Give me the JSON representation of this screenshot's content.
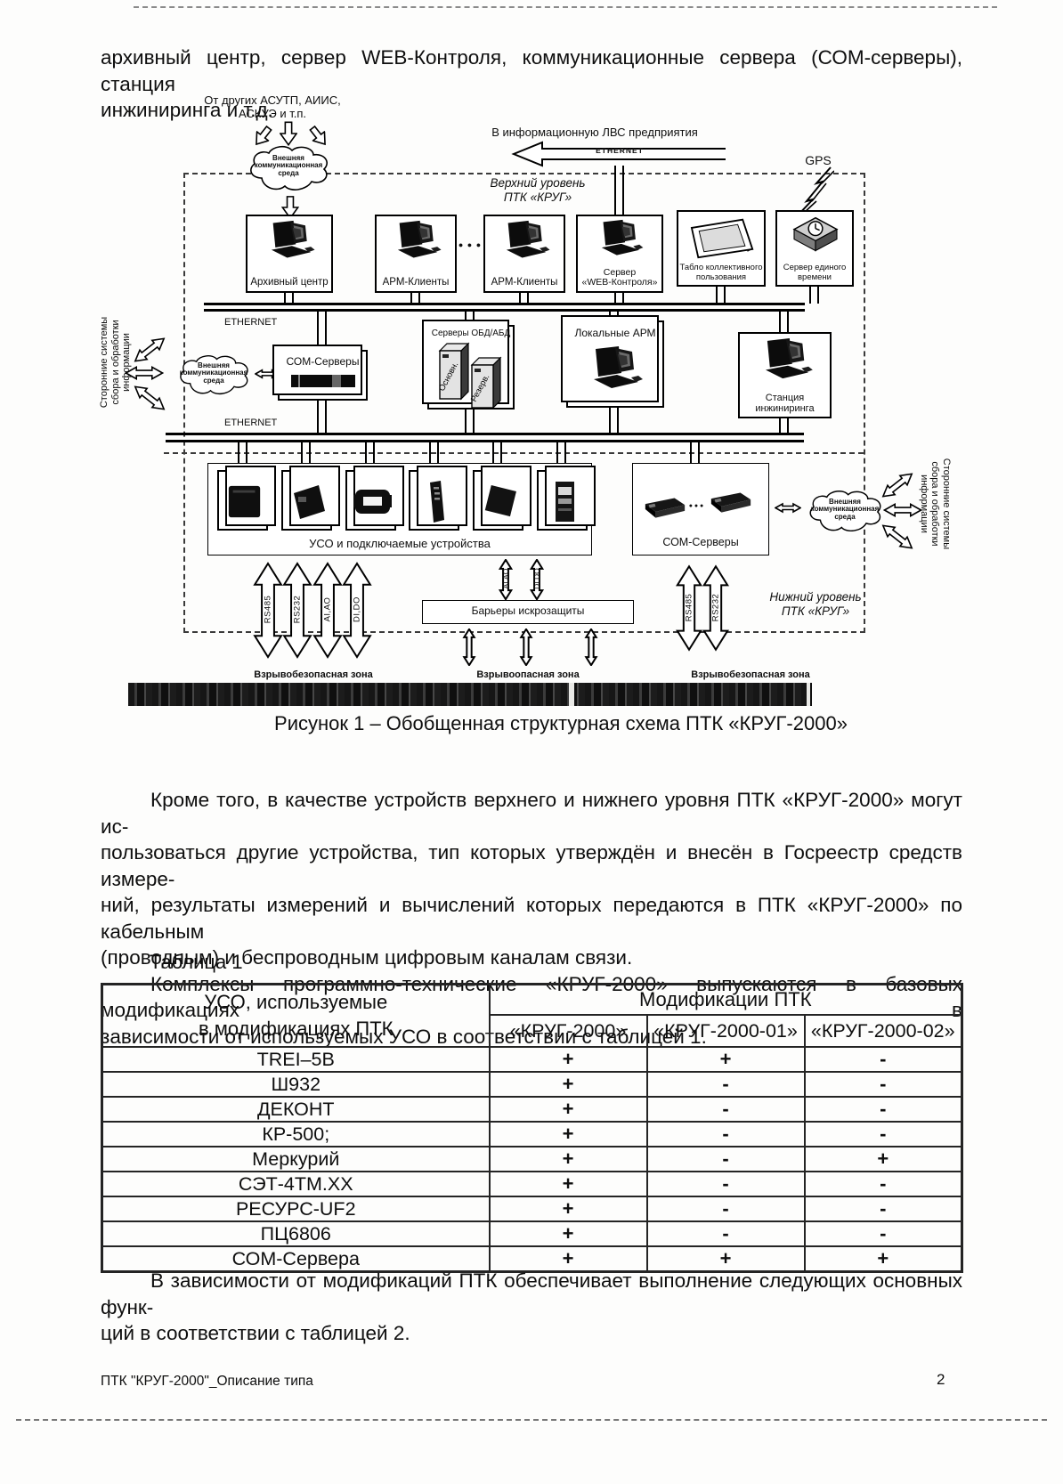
{
  "colors": {
    "ink": "#111111",
    "paper": "#fdfdfc"
  },
  "page": {
    "top_paragraph": [
      "архивный центр, сервер WEB-Контроля, коммуникационные сервера (СОМ-серверы), станция",
      "инжиниринга и т.д."
    ],
    "figure_caption": "Рисунок 1 – Обобщенная структурная схема ПТК «КРУГ-2000»",
    "paragraph_1": [
      "Кроме того, в качестве устройств верхнего и нижнего уровня ПТК «КРУГ-2000» могут ис-",
      "пользоваться другие устройства, тип которых утверждён и внесён в Госреестр средств измере-",
      "ний, результаты измерений и вычислений которых передаются в ПТК «КРУГ-2000» по кабельным",
      "(проводным) и беспроводным цифровым каналам связи."
    ],
    "paragraph_2": [
      "Комплексы программно-технические «КРУГ-2000» выпускаются в базовых модификациях в",
      "зависимости от используемых УСО в соответствии с таблицей 1."
    ],
    "paragraph_3": [
      "В зависимости от модификаций ПТК обеспечивает выполнение следующих основных функ-",
      "ций в соответствии с таблицей 2."
    ],
    "table_title": "Таблица 1",
    "footer_left": "ПТК \"КРУГ-2000\"_Описание типа",
    "footer_page": "2"
  },
  "diagram": {
    "from_systems": "От других АСУТП, АИИС,\nАСКУЭ и т.п.",
    "to_lan": "В информационную ЛВС предприятия",
    "ethernet_arrow": "ETHERNET",
    "gps": "GPS",
    "upper_level": "Верхний уровень\nПТК «КРУГ»",
    "lower_level": "Нижний уровень\nПТК «КРУГ»",
    "cloud": "Внешняя\nкоммуникационная\nсреда",
    "ethernet1": "ETHERNET",
    "ethernet2": "ETHERNET",
    "side_systems": "Сторонние системы\nсбора и обработки\nинформации",
    "dots": "● ● ●",
    "nodes": {
      "archive": "Архивный центр",
      "arm1": "АРМ-Клиенты",
      "arm2": "АРМ-Клиенты",
      "web": "Сервер\n«WEB-Контроля»",
      "tablo": "Табло коллективного\nпользования",
      "time": "Сервер единого\nвремени",
      "com_upper": "СОМ-Серверы",
      "obd": "Серверы ОБД/АБД",
      "obd_main": "Основн.",
      "obd_res": "Резерв.",
      "local": "Локальные АРМ",
      "station": "Станция\nинжиниринга",
      "uso": "УСО и подключаемые  устройства",
      "com_lower": "СОМ-Серверы",
      "barriers": "Барьеры искрозащиты"
    },
    "ports": {
      "rs485": "RS485",
      "rs232": "RS232",
      "aiao": "AI,AO",
      "dido": "DI,DO"
    },
    "zones": [
      "Взрывобезопасная зона",
      "Взрывоопасная зона",
      "Взрывобезопасная зона"
    ]
  },
  "table1": {
    "col1_header": "УСО, используемые\nв модификациях ПТК",
    "group_header": "Модификации ПТК",
    "mod_headers": [
      "«КРУГ-2000»",
      "«КРУГ-2000-01»",
      "«КРУГ-2000-02»"
    ],
    "rows": [
      {
        "name": "TREI–5B",
        "values": [
          "+",
          "+",
          "-"
        ]
      },
      {
        "name": "Ш932",
        "values": [
          "+",
          "-",
          "-"
        ]
      },
      {
        "name": "ДЕКОНТ",
        "values": [
          "+",
          "-",
          "-"
        ]
      },
      {
        "name": "КР-500;",
        "values": [
          "+",
          "-",
          "-"
        ]
      },
      {
        "name": "Меркурий",
        "values": [
          "+",
          "-",
          "+"
        ]
      },
      {
        "name": "СЭТ-4ТМ.XX",
        "values": [
          "+",
          "-",
          "-"
        ]
      },
      {
        "name": "РЕСУРС-UF2",
        "values": [
          "+",
          "-",
          "-"
        ]
      },
      {
        "name": "ПЦ6806",
        "values": [
          "+",
          "-",
          "-"
        ]
      },
      {
        "name": "СОМ-Сервера",
        "values": [
          "+",
          "+",
          "+"
        ]
      }
    ]
  }
}
